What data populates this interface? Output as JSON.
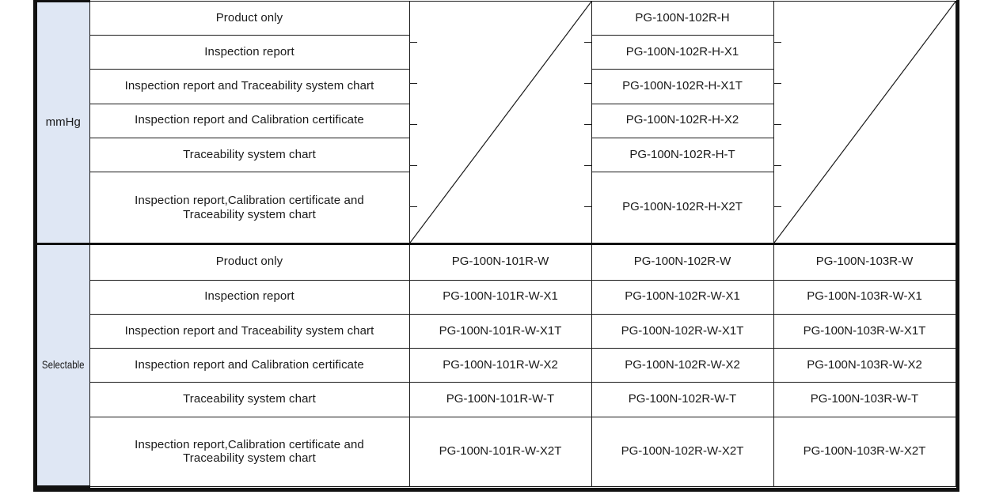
{
  "table": {
    "accent_fill": "#dfe7f4",
    "border_color": "#1a1a1a",
    "outer_border_color": "#111111",
    "columns": [
      {
        "key": "group",
        "label": ""
      },
      {
        "key": "option",
        "label": ""
      },
      {
        "key": "c1",
        "label": ""
      },
      {
        "key": "c2",
        "label": ""
      },
      {
        "key": "c3",
        "label": ""
      }
    ],
    "option_labels": [
      "Product only",
      "Inspection report",
      "Inspection report and Traceability system chart",
      "Inspection report and Calibration certificate",
      "Traceability system chart",
      "Inspection report,Calibration certificate and",
      "Traceability system chart"
    ],
    "sections": [
      {
        "group_label": "mmHg",
        "rows": [
          {
            "option": "Product only",
            "option2": "",
            "c1": "",
            "c2": "PG-100N-102R-H",
            "c3": ""
          },
          {
            "option": "Inspection report",
            "option2": "",
            "c1": "",
            "c2": "PG-100N-102R-H-X1",
            "c3": ""
          },
          {
            "option": "Inspection report and Traceability system chart",
            "option2": "",
            "c1": "",
            "c2": "PG-100N-102R-H-X1T",
            "c3": ""
          },
          {
            "option": "Inspection report and Calibration certificate",
            "option2": "",
            "c1": "",
            "c2": "PG-100N-102R-H-X2",
            "c3": ""
          },
          {
            "option": "Traceability system chart",
            "option2": "",
            "c1": "",
            "c2": "PG-100N-102R-H-T",
            "c3": ""
          },
          {
            "option": "Inspection report,Calibration certificate and",
            "option2": "Traceability system chart",
            "c1": "",
            "c2": "PG-100N-102R-H-X2T",
            "c3": ""
          }
        ],
        "c1_empty_diagonal": true,
        "c3_empty_diagonal": true
      },
      {
        "group_label": "Selectable",
        "rows": [
          {
            "option": "Product only",
            "option2": "",
            "c1": "PG-100N-101R-W",
            "c2": "PG-100N-102R-W",
            "c3": "PG-100N-103R-W"
          },
          {
            "option": "Inspection report",
            "option2": "",
            "c1": "PG-100N-101R-W-X1",
            "c2": "PG-100N-102R-W-X1",
            "c3": "PG-100N-103R-W-X1"
          },
          {
            "option": "Inspection report and Traceability system chart",
            "option2": "",
            "c1": "PG-100N-101R-W-X1T",
            "c2": "PG-100N-102R-W-X1T",
            "c3": "PG-100N-103R-W-X1T"
          },
          {
            "option": "Inspection report and Calibration certificate",
            "option2": "",
            "c1": "PG-100N-101R-W-X2",
            "c2": "PG-100N-102R-W-X2",
            "c3": "PG-100N-103R-W-X2"
          },
          {
            "option": "Traceability system chart",
            "option2": "",
            "c1": "PG-100N-101R-W-T",
            "c2": "PG-100N-102R-W-T",
            "c3": "PG-100N-103R-W-T"
          },
          {
            "option": "Inspection report,Calibration certificate and",
            "option2": "Traceability system chart",
            "c1": "PG-100N-101R-W-X2T",
            "c2": "PG-100N-102R-W-X2T",
            "c3": "PG-100N-103R-W-X2T"
          }
        ],
        "c1_empty_diagonal": false,
        "c3_empty_diagonal": false
      }
    ]
  }
}
